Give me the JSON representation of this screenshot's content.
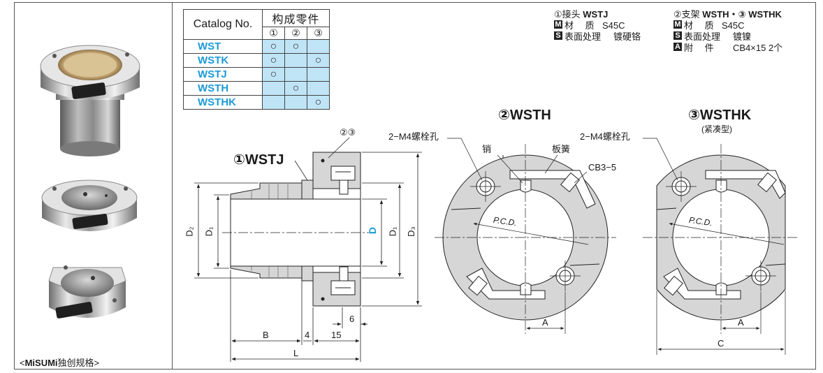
{
  "footer_note": {
    "prefix": "<",
    "brand": "MiSUMi",
    "suffix": "独创规格>"
  },
  "table": {
    "catalog_header": "Catalog No.",
    "components_header": "构成零件",
    "subheaders": [
      "①",
      "②",
      "③"
    ],
    "rows": [
      {
        "code": "WST",
        "marks": [
          "○",
          "○",
          ""
        ]
      },
      {
        "code": "WSTK",
        "marks": [
          "○",
          "",
          "○"
        ]
      },
      {
        "code": "WSTJ",
        "marks": [
          "○",
          "",
          ""
        ]
      },
      {
        "code": "WSTH",
        "marks": [
          "",
          "○",
          ""
        ]
      },
      {
        "code": "WSTHK",
        "marks": [
          "",
          "",
          "○"
        ]
      }
    ]
  },
  "spec1": {
    "title_prefix": "①接头",
    "title_code": "WSTJ",
    "material_badge": "M",
    "material_label": "材　 质",
    "material_value": "S45C",
    "surface_badge": "S",
    "surface_label": "表面处理",
    "surface_value": "镀硬铬"
  },
  "spec2": {
    "title_prefix": "②支架",
    "title_code": "WSTH・③",
    "title_code2": "WSTHK",
    "material_badge": "M",
    "material_label": "材　 质",
    "material_value": "S45C",
    "surface_badge": "S",
    "surface_label": "表面处理",
    "surface_value": "镀镍",
    "accessory_badge": "A",
    "accessory_label": "附　 件",
    "accessory_value": "CB4×15 2个"
  },
  "drawing": {
    "wstj_title": "①WSTJ",
    "wstj_callout": "②③",
    "wsth_title": "②WSTH",
    "wsthk_title": "③WSTHK",
    "wsthk_sub": "(紧凑型)",
    "bolt_hole_label_1": "2−M4螺栓孔",
    "bolt_hole_label_2": "2−M4螺栓孔",
    "pin_label": "销",
    "spring_label": "板簧",
    "cb_label": "CB3−5",
    "pcd_1": "P.C.D.",
    "pcd_2": "P.C.D.",
    "dims": {
      "d2": "D₂",
      "d1_left": "D₁",
      "d": "D",
      "d1_right": "D₁",
      "d3": "D₃",
      "b": "B",
      "four": "4",
      "fifteen": "15",
      "six": "6",
      "l": "L",
      "a1": "A",
      "a2": "A",
      "c": "C"
    }
  }
}
